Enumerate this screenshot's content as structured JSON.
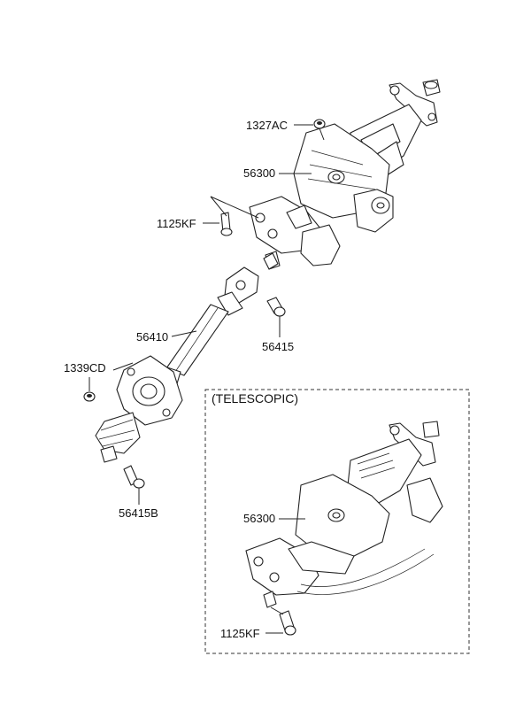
{
  "labels": {
    "nut_1327AC": "1327AC",
    "column_56300": "56300",
    "bolt_1125KF": "1125KF",
    "shaft_56410": "56410",
    "bolt_56415": "56415",
    "nut_1339CD": "1339CD",
    "bolt_56415B": "56415B",
    "tele_column_56300": "56300",
    "tele_bolt_1125KF": "1125KF"
  },
  "telescopic_box": {
    "title": "(TELESCOPIC)"
  }
}
